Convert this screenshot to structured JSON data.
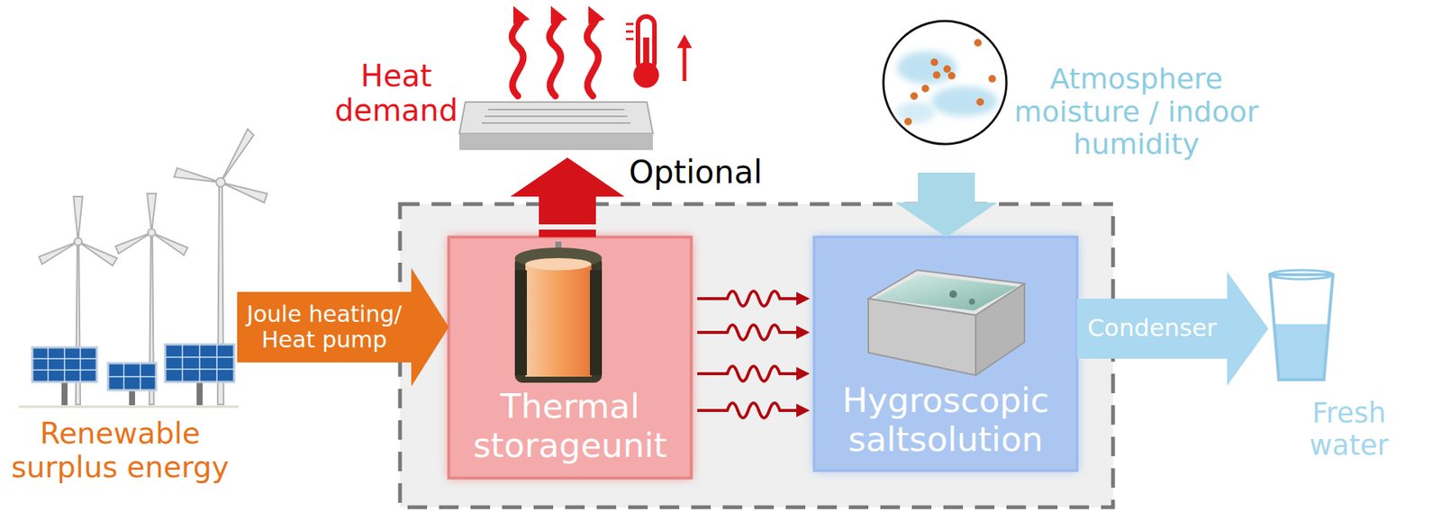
{
  "diagram": {
    "nodes": [
      {
        "text": [
          "Renewable surplus energy"
        ]
      },
      {
        "text": [
          "Heat demand"
        ]
      },
      {
        "text": [
          "Atmosphere moisture / indoor humidity"
        ]
      },
      {
        "text": [
          "Thermal storageunit"
        ]
      },
      {
        "text": [
          "Hygroscopic saltsolution"
        ]
      },
      {
        "text": [
          "Fresh water"
        ]
      }
    ],
    "edges": [
      {
        "from": 0,
        "to": 3,
        "arrow": "to",
        "label": "Joule heating/ Heat pump"
      },
      {
        "from": 3,
        "to": 1,
        "arrow": "to",
        "label": "Optional"
      },
      {
        "from": 2,
        "to": 4,
        "arrow": "to"
      },
      {
        "from": 3,
        "to": 4,
        "arrow": "to"
      },
      {
        "from": 3,
        "to": 4,
        "arrow": "to"
      },
      {
        "from": 3,
        "to": 4,
        "arrow": "to"
      },
      {
        "from": 3,
        "to": 4,
        "arrow": "to"
      },
      {
        "from": 4,
        "to": 5,
        "arrow": "to",
        "label": "Condenser"
      }
    ]
  }
}
